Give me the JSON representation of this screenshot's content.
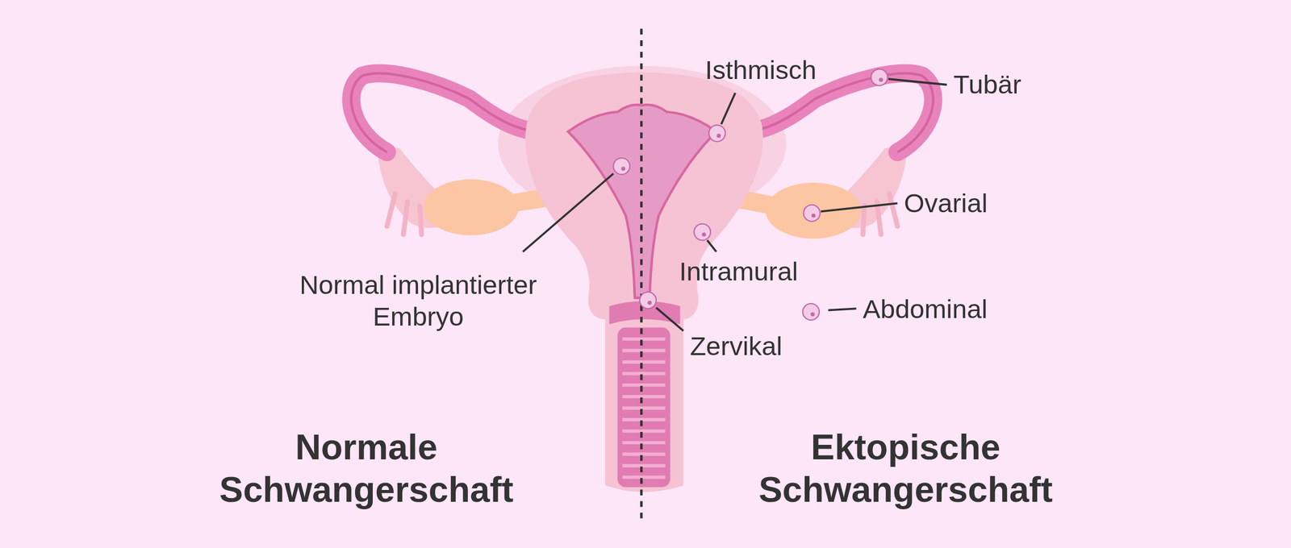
{
  "diagram": {
    "labels": [
      "Isthmisch",
      "Tubär",
      "Ovarial",
      "Intramural",
      "Normal implantierter Embryo",
      "Abdominal",
      "Zervikal",
      "Normale Schwangerschaft",
      "Ektopische Schwangerschaft"
    ]
  }
}
